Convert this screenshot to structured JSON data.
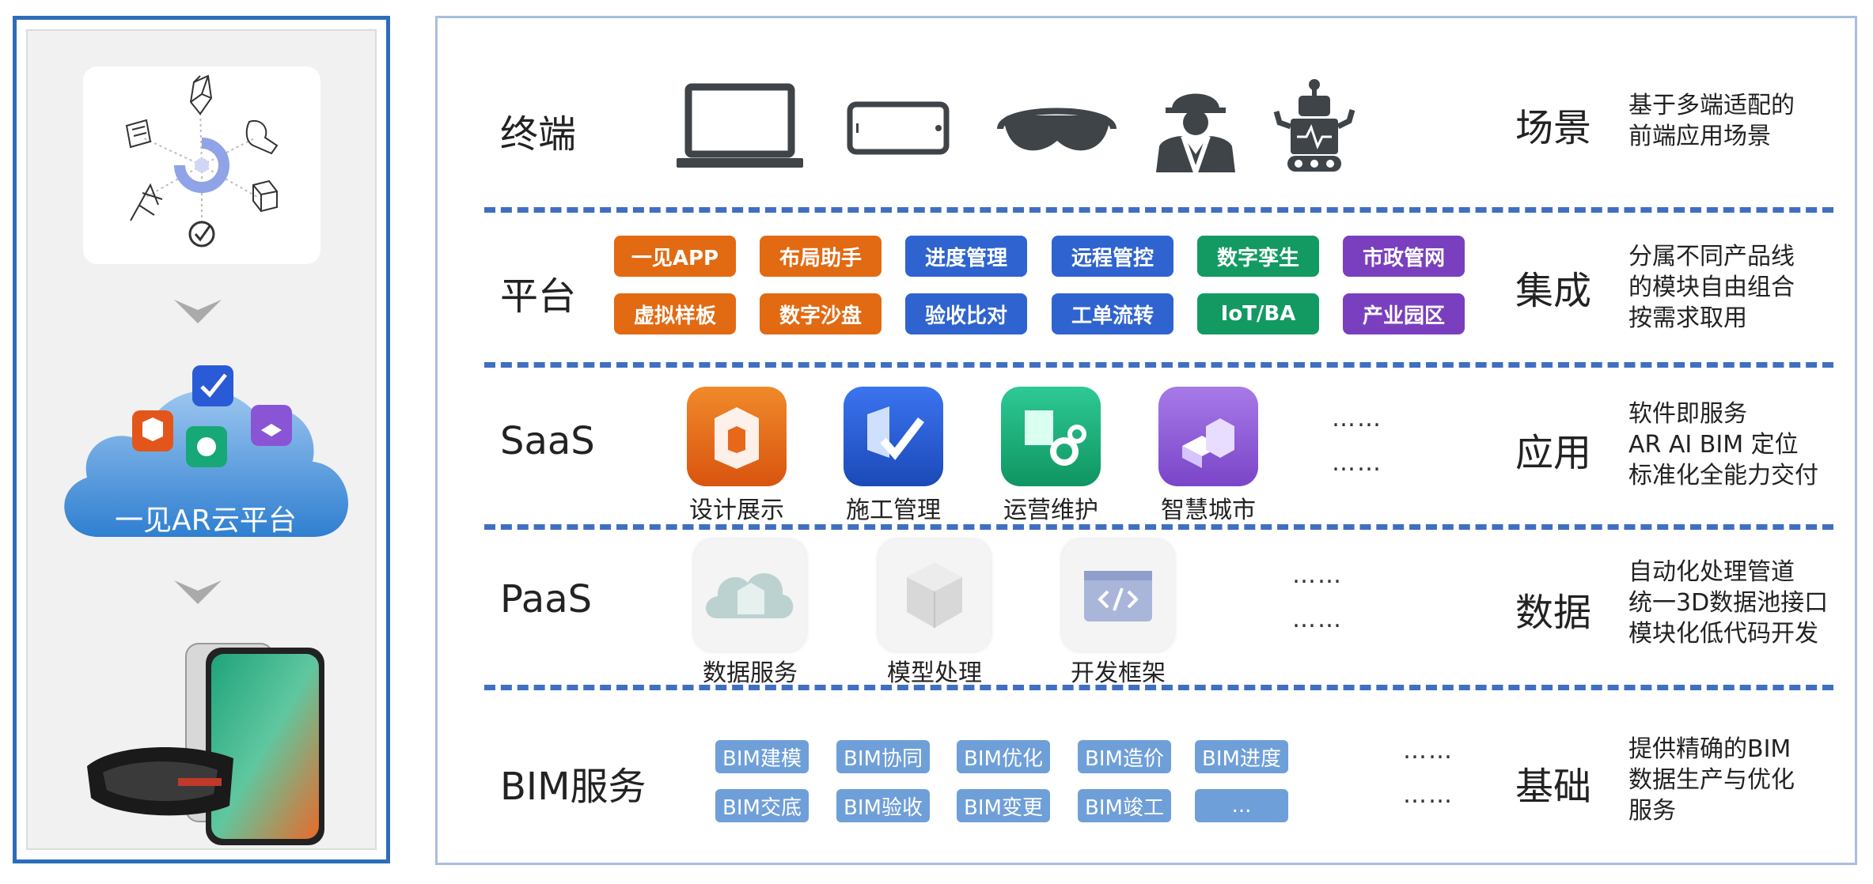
{
  "left": {
    "cloud_label": "一见AR云平台"
  },
  "layers": [
    {
      "title": "终端",
      "category": "场景",
      "desc": [
        "基于多端适配的",
        "前端应用场景"
      ]
    },
    {
      "title": "平台",
      "category": "集成",
      "desc": [
        "分属不同产品线",
        "的模块自由组合",
        "按需求取用"
      ]
    },
    {
      "title": "SaaS",
      "category": "应用",
      "desc": [
        "软件即服务",
        "AR AI BIM 定位",
        "标准化全能力交付"
      ]
    },
    {
      "title": "PaaS",
      "category": "数据",
      "desc": [
        "自动化处理管道",
        "统一3D数据池接口",
        "模块化低代码开发"
      ]
    },
    {
      "title": "BIM服务",
      "category": "基础",
      "desc": [
        "提供精确的BIM",
        "数据生产与优化",
        "服务"
      ]
    }
  ],
  "terminals": [
    "laptop-icon",
    "tablet-icon",
    "vr-headset-icon",
    "worker-icon",
    "robot-icon"
  ],
  "platform": [
    {
      "label": "一见APP",
      "color": "#e26a13"
    },
    {
      "label": "布局助手",
      "color": "#e26a13"
    },
    {
      "label": "进度管理",
      "color": "#2f63cf"
    },
    {
      "label": "远程管控",
      "color": "#2f63cf"
    },
    {
      "label": "数字孪生",
      "color": "#129a62"
    },
    {
      "label": "市政管网",
      "color": "#7a3fbe"
    },
    {
      "label": "虚拟样板",
      "color": "#e26a13"
    },
    {
      "label": "数字沙盘",
      "color": "#e26a13"
    },
    {
      "label": "验收比对",
      "color": "#2f63cf"
    },
    {
      "label": "工单流转",
      "color": "#2f63cf"
    },
    {
      "label": "IoT/BA",
      "color": "#129a62"
    },
    {
      "label": "产业园区",
      "color": "#7a3fbe"
    }
  ],
  "saas": [
    {
      "label": "设计展示",
      "icon": "design-app-icon",
      "color": "#e7681a"
    },
    {
      "label": "施工管理",
      "icon": "construction-app-icon",
      "color": "#2a5bd7"
    },
    {
      "label": "运营维护",
      "icon": "operations-app-icon",
      "color": "#17a877"
    },
    {
      "label": "智慧城市",
      "icon": "smart-city-app-icon",
      "color": "#8a55d4"
    }
  ],
  "saas_more": [
    "……",
    "……"
  ],
  "paas": [
    {
      "label": "数据服务",
      "icon": "data-service-icon"
    },
    {
      "label": "模型处理",
      "icon": "model-processing-icon"
    },
    {
      "label": "开发框架",
      "icon": "dev-framework-icon"
    }
  ],
  "paas_more": [
    "……",
    "……"
  ],
  "bim": [
    "BIM建模",
    "BIM协同",
    "BIM优化",
    "BIM造价",
    "BIM进度",
    "BIM交底",
    "BIM验收",
    "BIM变更",
    "BIM竣工",
    "..."
  ],
  "bim_more": [
    "……",
    "……"
  ]
}
